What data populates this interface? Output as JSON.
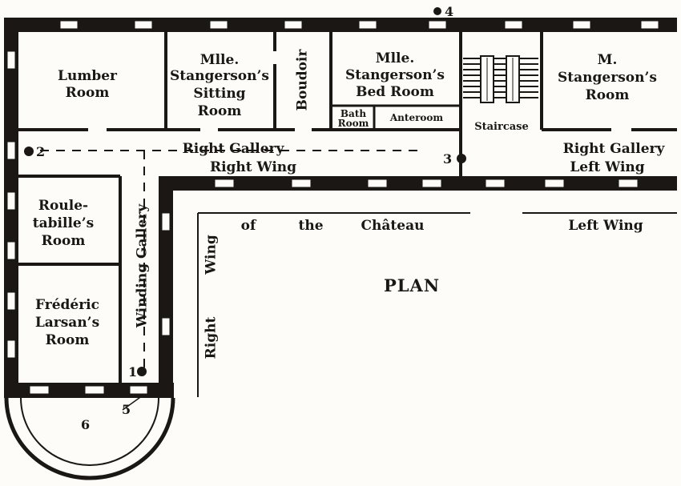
{
  "rooms": {
    "lumber": [
      "Lumber",
      "Room"
    ],
    "sitting": [
      "Mlle.",
      "Stangerson’s",
      "Sitting",
      "Room"
    ],
    "boudoir": "Boudoir",
    "bedroom": [
      "Mlle.",
      "Stangerson’s",
      "Bed Room"
    ],
    "bath": [
      "Bath",
      "Room"
    ],
    "anteroom": "Anteroom",
    "staircase": "Staircase",
    "m_stangerson": [
      "M.",
      "Stangerson’s",
      "Room"
    ],
    "rouletabille": [
      "Roule-",
      "tabille’s",
      "Room"
    ],
    "larsan": [
      "Frédéric",
      "Larsan’s",
      "Room"
    ]
  },
  "galleries": {
    "right_gallery_right_wing": [
      "Right Gallery",
      "Right Wing"
    ],
    "right_gallery_left_wing": [
      "Right Gallery",
      "Left Wing"
    ],
    "winding_gallery": "Winding Gallery"
  },
  "wings": {
    "of": "of",
    "the": "the",
    "chateau": "Château",
    "left_wing": "Left Wing",
    "right_word": "Right",
    "wing_word": "Wing"
  },
  "plan_title": "PLAN",
  "markers": [
    "1",
    "2",
    "3",
    "4",
    "5",
    "6"
  ],
  "colors": {
    "ink": "#1a1714",
    "paper": "#fdfcf8"
  }
}
